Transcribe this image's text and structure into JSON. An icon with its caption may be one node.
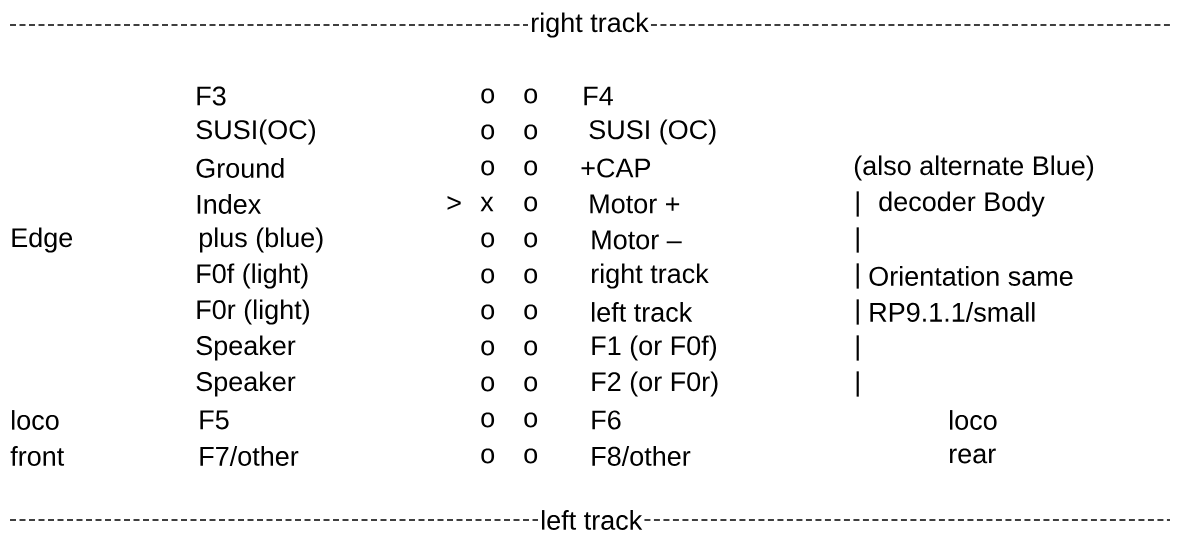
{
  "diagram": {
    "labels": [
      "right track",
      "F3",
      "o",
      "o",
      "F4",
      "SUSI(OC)",
      "o",
      "o",
      "SUSI (OC)",
      "Ground",
      "o",
      "o",
      "+CAP",
      "(also alternate Blue)",
      "Index",
      ">",
      "x",
      "o",
      "Motor +",
      "|",
      "decoder Body",
      "Edge",
      "plus (blue)",
      "o",
      "o",
      "Motor –",
      "|",
      "F0f (light)",
      "o",
      "o",
      "right track",
      "|",
      "Orientation same",
      "F0r (light)",
      "o",
      "o",
      "left track",
      "|",
      "RP9.1.1/small",
      "Speaker",
      "o",
      "o",
      "F1 (or F0f)",
      "|",
      "Speaker",
      "o",
      "o",
      "F2 (or F0r)",
      "|",
      "loco",
      "F5",
      "o",
      "o",
      "F6",
      "loco",
      "front",
      "F7/other",
      "o",
      "o",
      "F8/other",
      "rear",
      "left track"
    ]
  }
}
